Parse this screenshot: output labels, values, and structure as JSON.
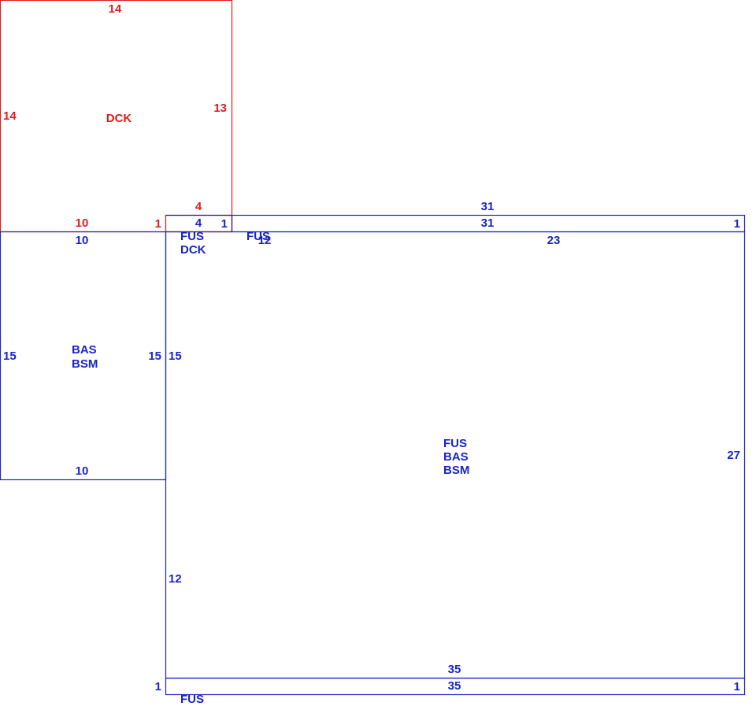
{
  "colors": {
    "deck": "#e01b1b",
    "living": "#1a24c8"
  },
  "areas": [
    {
      "id": "dck-top",
      "color": "deck",
      "labels": [
        "DCK"
      ]
    },
    {
      "id": "dck-small",
      "color": "deck",
      "labels": []
    },
    {
      "id": "bas-left",
      "color": "living",
      "labels": [
        "BAS",
        "BSM"
      ]
    },
    {
      "id": "fus-strip",
      "color": "living",
      "labels": [
        "FUS"
      ]
    },
    {
      "id": "fus-main",
      "color": "living",
      "labels": [
        "FUS",
        "BAS",
        "BSM"
      ]
    },
    {
      "id": "fus-bottom",
      "color": "living",
      "labels": [
        "FUS"
      ]
    },
    {
      "id": "fus-dck",
      "color": "living",
      "labels": [
        "FUS",
        "DCK"
      ]
    }
  ],
  "dimensions": {
    "dck_top": "14",
    "dck_left": "14",
    "dck_right": "13",
    "dck_bottom": "10",
    "dck_small_top": "4",
    "dck_small_left": "1",
    "fus_dck_top": "4",
    "fus_dck_right": "1",
    "strip_top_outer": "31",
    "strip_top_inner": "31",
    "strip_right": "1",
    "bas_top": "10",
    "bas_left": "15",
    "bas_right": "15",
    "bas_bottom": "10",
    "main_left_upper": "15",
    "main_left_lower": "12",
    "main_right": "27",
    "main_top_right": "23",
    "main_top_left": "12",
    "bottom_outer": "35",
    "bottom_inner": "35",
    "bottom_left": "1",
    "bottom_right": "1"
  }
}
